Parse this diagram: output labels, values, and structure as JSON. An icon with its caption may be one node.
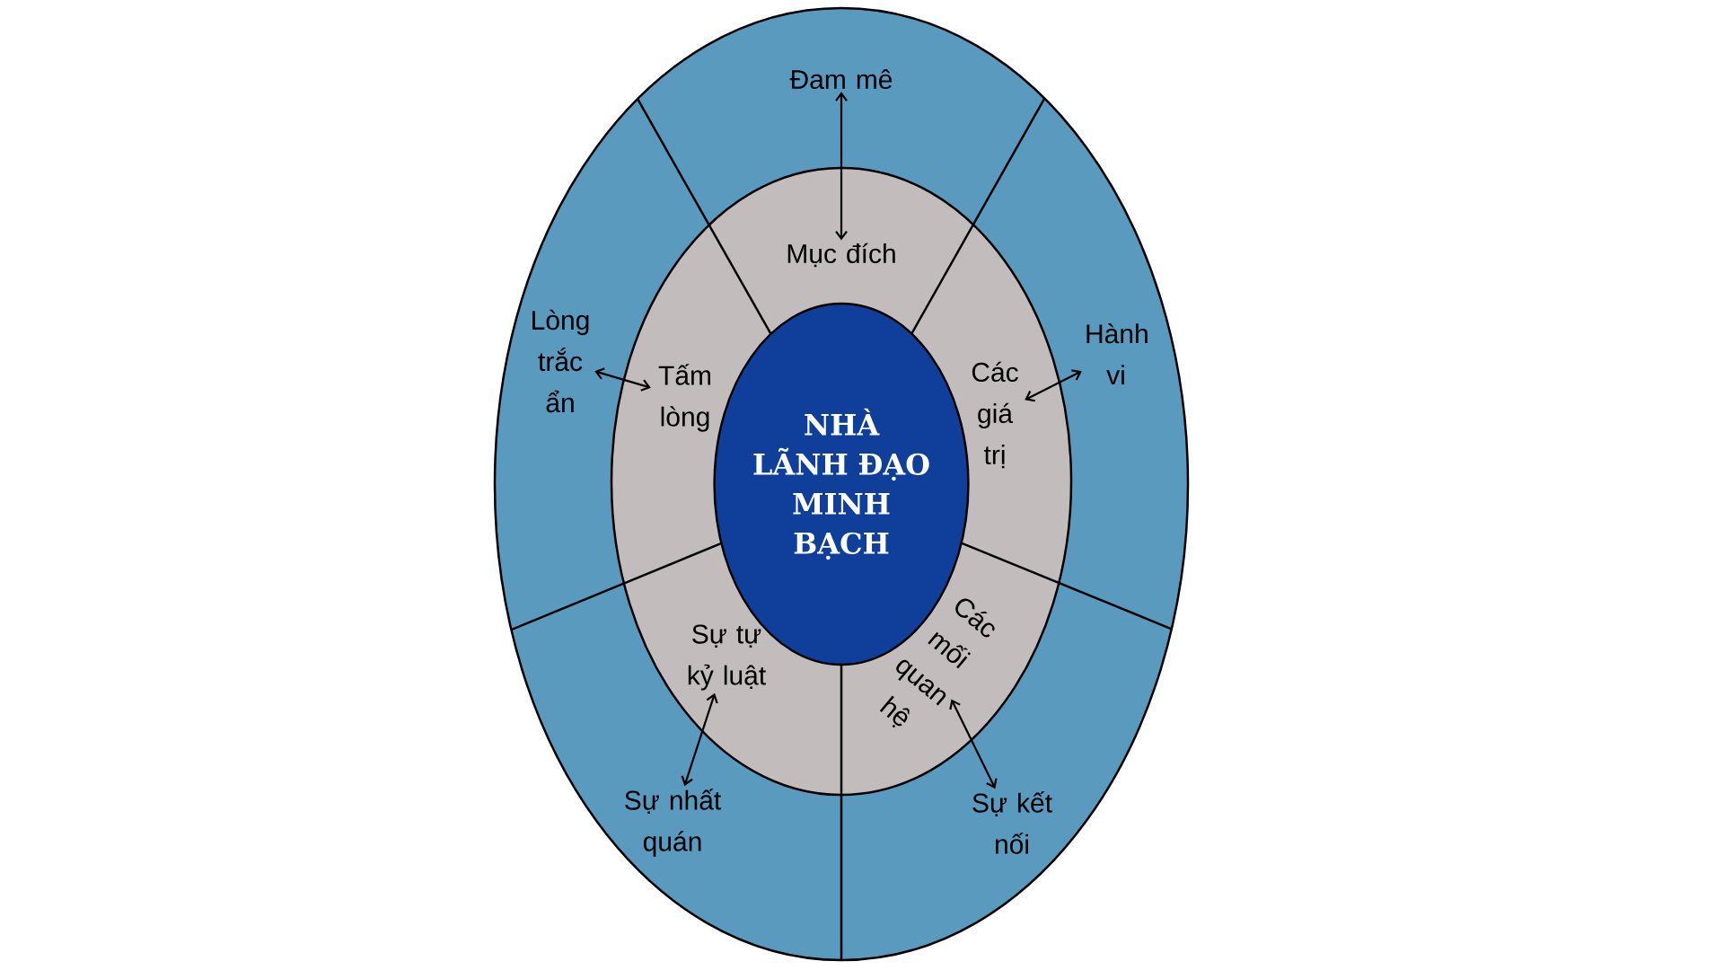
{
  "diagram": {
    "nodes": [
      {
        "text": [
          "Đam mê"
        ]
      },
      {
        "text": [
          "Mục đích"
        ]
      },
      {
        "text": [
          "Lòng trắc ẩn"
        ]
      },
      {
        "text": [
          "Hành vi"
        ]
      },
      {
        "text": [
          "Tấm lòng"
        ]
      },
      {
        "text": [
          "Các giá trị"
        ]
      },
      {
        "text": [
          "NHÀ LÃNH ĐẠO MINH BẠCH"
        ]
      },
      {
        "text": [
          "Sự tự kỷ luật"
        ]
      },
      {
        "text": [
          "Các mối quan hệ"
        ]
      },
      {
        "text": [
          "Sự nhất quán"
        ]
      },
      {
        "text": [
          "Sự kết nối"
        ]
      }
    ],
    "edges": [
      {
        "from": 0,
        "to": 1,
        "arrow": "both"
      },
      {
        "from": 2,
        "to": 4,
        "arrow": "both"
      },
      {
        "from": 5,
        "to": 3,
        "arrow": "both"
      },
      {
        "from": 7,
        "to": 9,
        "arrow": "both"
      },
      {
        "from": 8,
        "to": 10,
        "arrow": "both"
      }
    ]
  }
}
